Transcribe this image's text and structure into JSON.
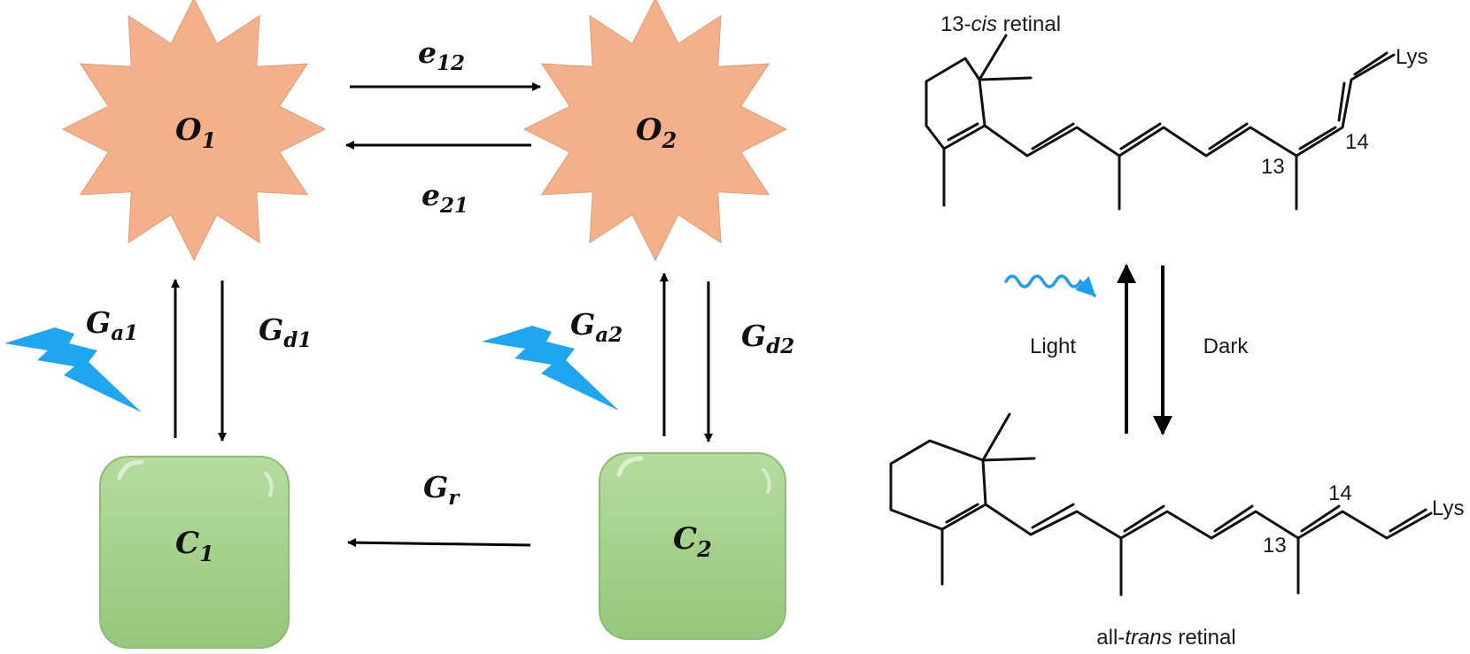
{
  "colors": {
    "open_state_fill": "#f4b08a",
    "closed_state_fill": "#a6d18d",
    "lightning": "#1ea6ef",
    "light_wave": "#1e9ef0",
    "line": "#111111"
  },
  "states": {
    "O1": {
      "symbol": "O",
      "sub": "1"
    },
    "O2": {
      "symbol": "O",
      "sub": "2"
    },
    "C1": {
      "symbol": "C",
      "sub": "1"
    },
    "C2": {
      "symbol": "C",
      "sub": "2"
    }
  },
  "rates": {
    "e12": {
      "symbol": "e",
      "sub": "12"
    },
    "e21": {
      "symbol": "e",
      "sub": "21"
    },
    "Ga1": {
      "symbol": "G",
      "sub": "a1"
    },
    "Gd1": {
      "symbol": "G",
      "sub": "d1"
    },
    "Ga2": {
      "symbol": "G",
      "sub": "a2"
    },
    "Gd2": {
      "symbol": "G",
      "sub": "d2"
    },
    "Gr": {
      "symbol": "G",
      "sub": "r"
    }
  },
  "retinal": {
    "top_title_prefix": "13-",
    "top_title_italic": "cis",
    "top_title_suffix": " retinal",
    "bottom_title_prefix": "all-",
    "bottom_title_italic": "trans",
    "bottom_title_suffix": " retinal",
    "lys": "Lys",
    "carbon_13": "13",
    "carbon_14": "14",
    "light_label": "Light",
    "dark_label": "Dark"
  }
}
